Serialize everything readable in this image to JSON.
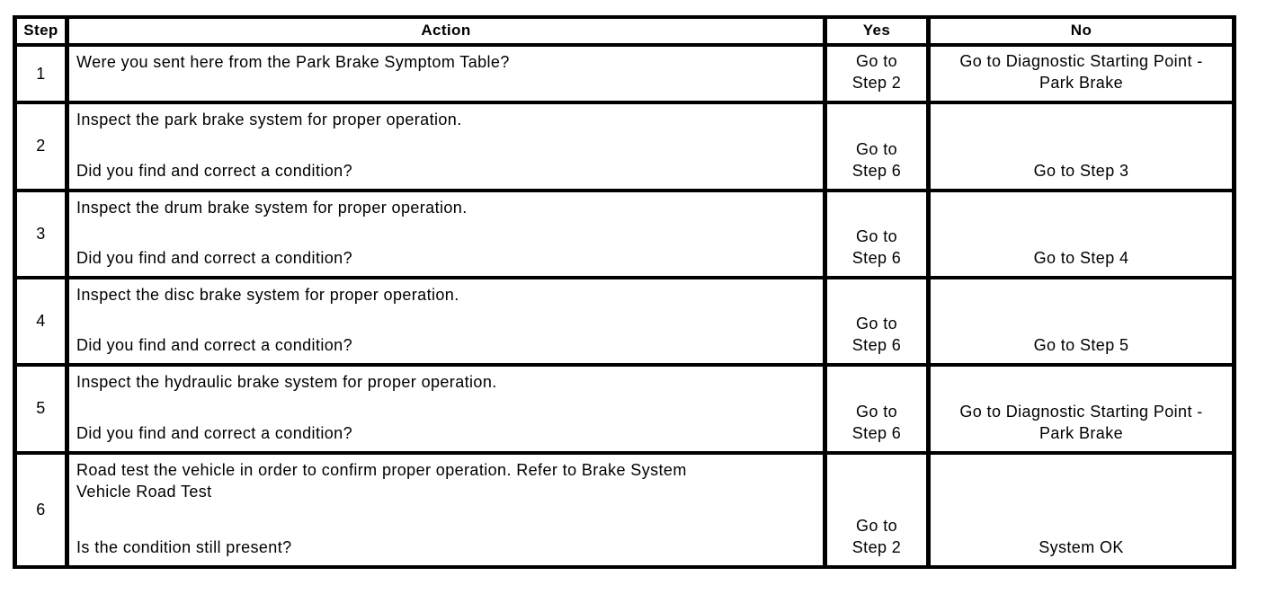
{
  "table": {
    "headers": {
      "step": "Step",
      "action": "Action",
      "yes": "Yes",
      "no": "No"
    },
    "rows": [
      {
        "step": "1",
        "action": "Were you sent here from the Park Brake Symptom Table?",
        "question": "",
        "yes": "Go to\nStep 2",
        "no": "Go to Diagnostic Starting Point -\nPark Brake"
      },
      {
        "step": "2",
        "action": "Inspect the park brake system for proper operation.",
        "question": "Did you find and correct a condition?",
        "yes": "Go to\nStep 6",
        "no": "Go to Step 3"
      },
      {
        "step": "3",
        "action": "Inspect the drum brake system for proper operation.",
        "question": "Did you find and correct a condition?",
        "yes": "Go to\nStep 6",
        "no": "Go to Step 4"
      },
      {
        "step": "4",
        "action": "Inspect the disc brake system for proper operation.",
        "question": "Did you find and correct a condition?",
        "yes": "Go to\nStep 6",
        "no": "Go to Step 5"
      },
      {
        "step": "5",
        "action": "Inspect the hydraulic brake system for proper operation.",
        "question": "Did you find and correct a condition?",
        "yes": "Go to\nStep 6",
        "no": "Go to Diagnostic Starting Point -\nPark Brake"
      },
      {
        "step": "6",
        "action": "Road test the vehicle in order to confirm proper operation. Refer to Brake System\nVehicle Road Test",
        "question": "Is the condition still present?",
        "yes": "Go to\nStep 2",
        "no": "System OK"
      }
    ]
  }
}
